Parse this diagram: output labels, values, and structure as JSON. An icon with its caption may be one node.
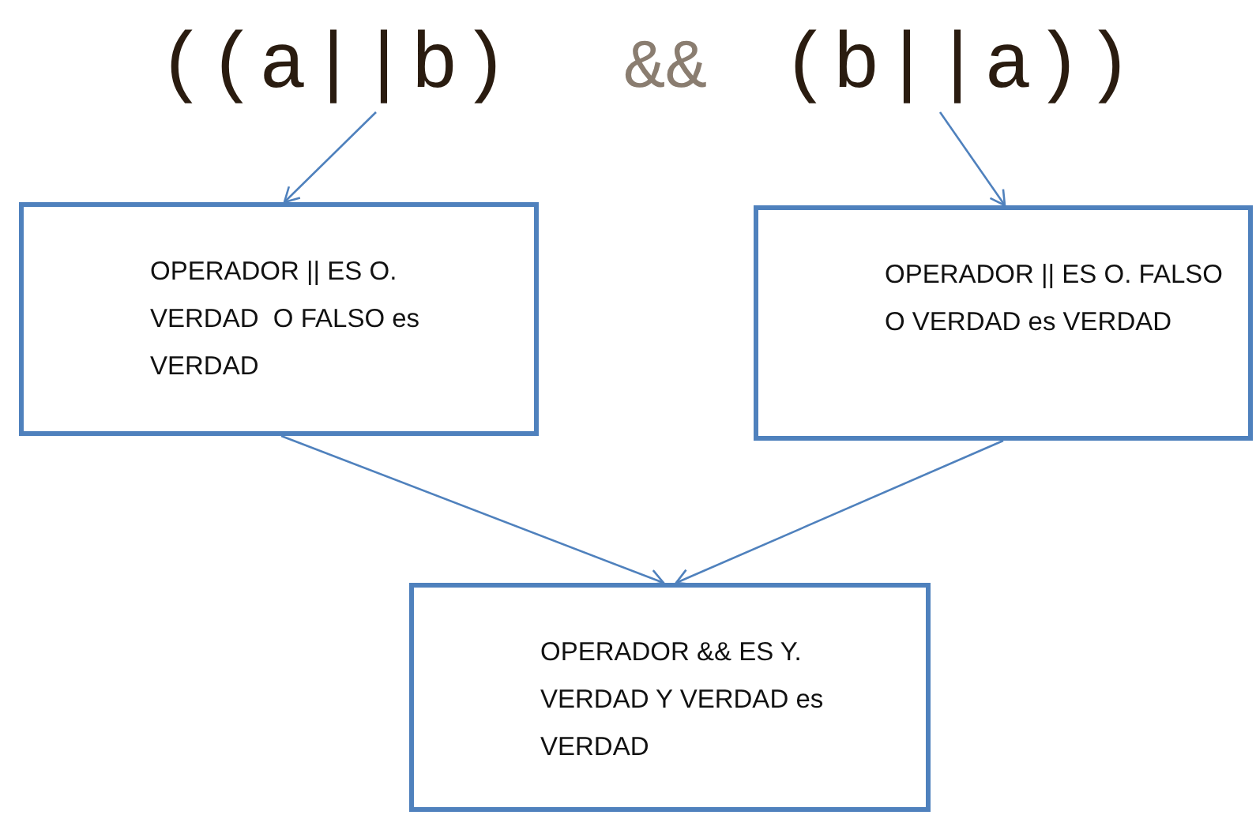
{
  "diagram": {
    "nodes": [
      {
        "text": [
          "((a||b)"
        ]
      },
      {
        "text": [
          "(b||a))"
        ]
      },
      {
        "text": [
          "OPERADOR || ES O. VERDAD  O FALSO es VERDAD"
        ]
      },
      {
        "text": [
          "OPERADOR || ES O. FALSO O VERDAD es VERDAD"
        ]
      },
      {
        "text": [
          "OPERADOR && ES Y. VERDAD Y VERDAD es VERDAD"
        ]
      }
    ],
    "edges": [
      {
        "from": 0,
        "to": 2,
        "arrow": "to"
      },
      {
        "from": 1,
        "to": 3,
        "arrow": "to"
      },
      {
        "from": 2,
        "to": 4,
        "arrow": "to"
      },
      {
        "from": 3,
        "to": 4,
        "arrow": "to"
      }
    ],
    "labels": [
      "&&"
    ]
  }
}
